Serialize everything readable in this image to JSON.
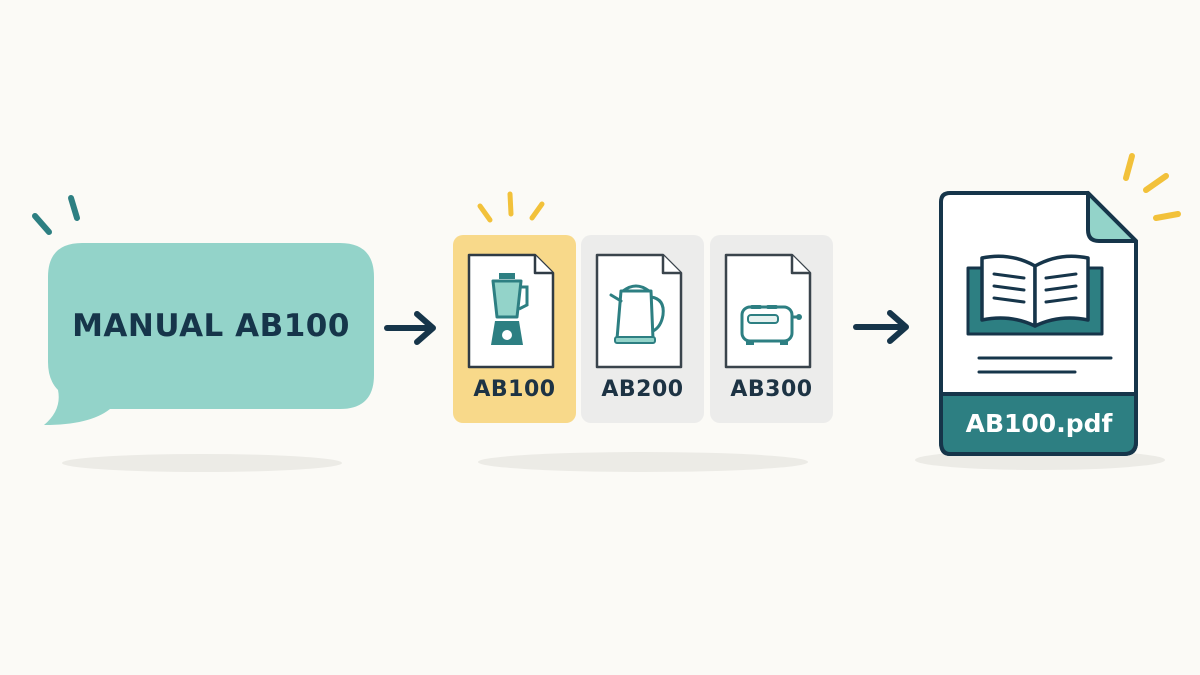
{
  "request": {
    "text": "MANUAL AB100"
  },
  "candidates": [
    {
      "label": "AB100",
      "icon": "blender-icon",
      "selected": true
    },
    {
      "label": "AB200",
      "icon": "kettle-icon",
      "selected": false
    },
    {
      "label": "AB300",
      "icon": "toaster-icon",
      "selected": false
    }
  ],
  "result": {
    "filename": "AB100.pdf",
    "icon": "open-book-icon"
  },
  "colors": {
    "background": "#fbfaf6",
    "bubble": "#93d3c9",
    "dark_text": "#16354a",
    "teal": "#2d7f82",
    "selected_card": "#f8d98a",
    "card": "#ececeb",
    "spark_yellow": "#f2c13a",
    "spark_teal": "#2d7f82"
  }
}
